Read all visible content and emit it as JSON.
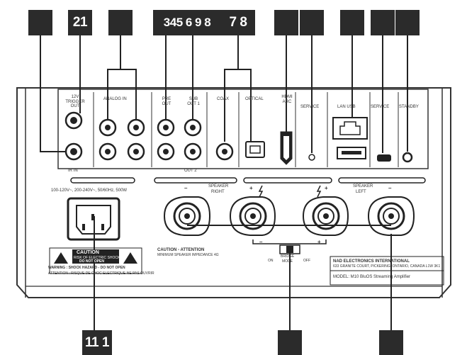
{
  "callouts": {
    "top": [
      "",
      "21",
      "",
      "345 6 9 8",
      "7 8",
      "",
      "",
      "",
      "",
      ""
    ],
    "bottom": [
      "11 1",
      "",
      ""
    ]
  },
  "panel": {
    "trigger_top": "12V TRIGGER OUT",
    "trigger_in": "IR IN",
    "analog_in": "ANALOG IN",
    "pre_out": "PRE OUT",
    "sub_out_1": "SUB OUT 1",
    "out_2": "OUT 2",
    "coax": "COAX",
    "optical": "OPTICAL",
    "hdmi": "HDMI ARC",
    "service_1": "SERVICE",
    "lan_usb": "LAN USB",
    "service_2": "SERVICE",
    "standby": "STANDBY",
    "speaker_right": [
      "SPEAKER",
      "RIGHT"
    ],
    "speaker_left": [
      "SPEAKER",
      "LEFT"
    ],
    "power_rating": "100-120V~, 200-240V~, 50/60Hz, 500W",
    "caution_title": "CAUTION - ATTENTION",
    "caution_sub": "MINIMUM SPEAKER IMPEDANCE 4Ω",
    "bridge_on": "ON",
    "bridge_label": [
      "BRIDGE",
      "MODE"
    ],
    "bridge_off": "OFF",
    "warning_box": [
      "CAUTION",
      "RISK OF ELECTRIC SHOCK",
      "DO NOT OPEN"
    ],
    "warning_line_1": "WARNING : SHOCK HAZARD - DO NOT OPEN",
    "warning_line_2": "ATTENTION : RISQUE DE CHOC ELECTRIQUE-NE PAS OUVRIR",
    "nad_title": "NAD ELECTRONICS INTERNATIONAL",
    "nad_address": "633 GRANITE COURT, PICKERING, ONTARIO, CANADA L1W 3K1",
    "model": "MODEL: M10 BluOS Streaming Amplifier",
    "plus": "+",
    "minus": "–"
  }
}
